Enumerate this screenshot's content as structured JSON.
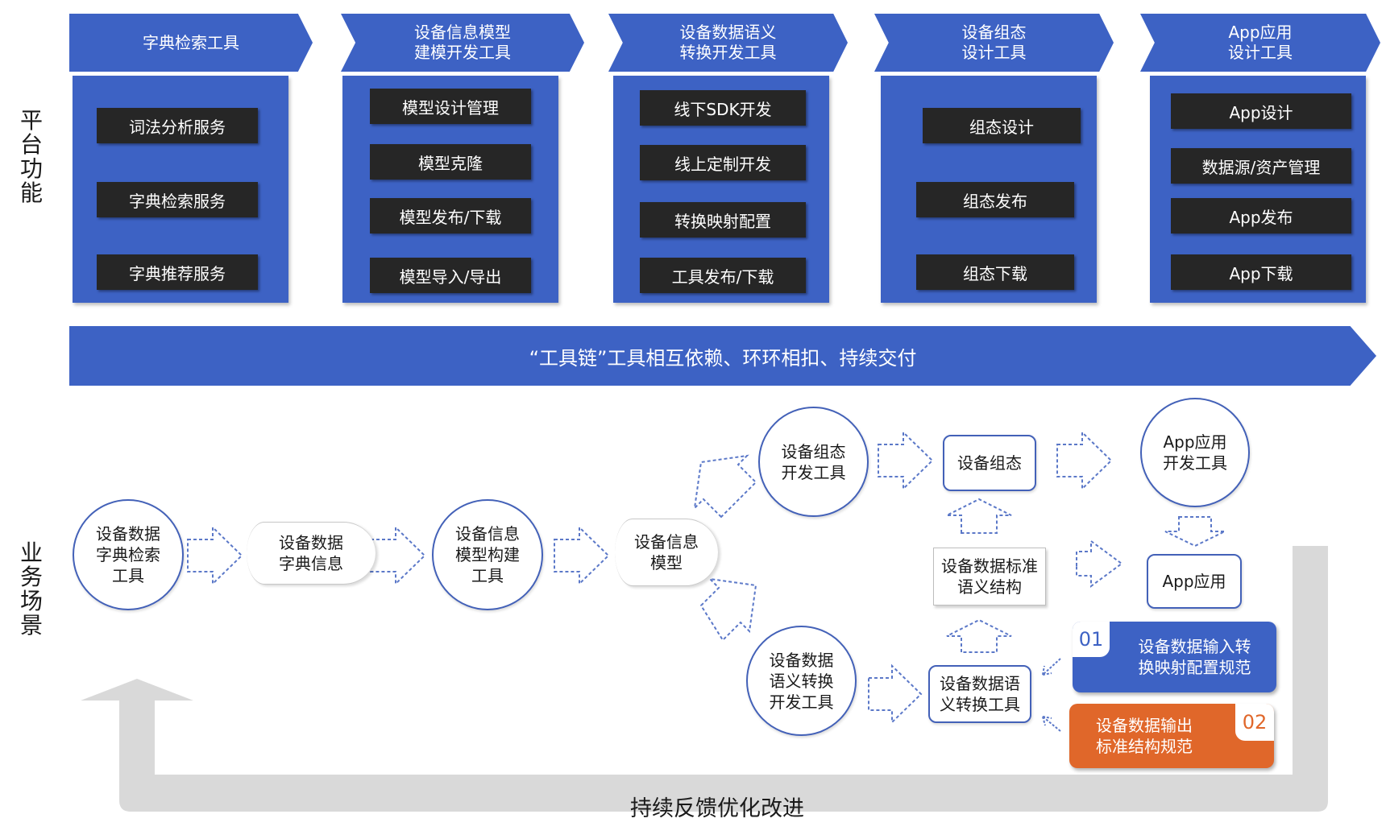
{
  "side_labels": {
    "platform": "平\n台\n功\n能",
    "business": "业\n务\n场\n景"
  },
  "platform": [
    {
      "title": "字典检索工具",
      "items": [
        "词法分析服务",
        "字典检索服务",
        "字典推荐服务"
      ]
    },
    {
      "title": "设备信息模型\n建模开发工具",
      "items": [
        "模型设计管理",
        "模型克隆",
        "模型发布/下载",
        "模型导入/导出"
      ]
    },
    {
      "title": "设备数据语义\n转换开发工具",
      "items": [
        "线下SDK开发",
        "线上定制开发",
        "转换映射配置",
        "工具发布/下载"
      ]
    },
    {
      "title": "设备组态\n设计工具",
      "items": [
        "组态设计",
        "组态发布",
        "组态下载"
      ]
    },
    {
      "title": "App应用\n设计工具",
      "items": [
        "App设计",
        "数据源/资产管理",
        "App发布",
        "App下载"
      ]
    }
  ],
  "banner": "“工具链”工具相互依赖、环环相扣、持续交付",
  "flow": {
    "dict_tool": "设备数据\n字典检索\n工具",
    "dict_info": "设备数据\n字典信息",
    "model_tool": "设备信息\n模型构建\n工具",
    "model": "设备信息\n模型",
    "config_tool": "设备组态\n开发工具",
    "config": "设备组态",
    "app_tool": "App应用\n开发工具",
    "app": "App应用",
    "semantic_struct": "设备数据标准\n语义结构",
    "semantic_dev_tool": "设备数据\n语义转换\n开发工具",
    "semantic_tool": "设备数据语\n义转换工具"
  },
  "specs": [
    {
      "num": "01",
      "text": "设备数据输入转\n换映射配置规范",
      "color": "#3d62c4"
    },
    {
      "num": "02",
      "text": "设备数据输出\n标准结构规范",
      "color": "#e0672a"
    }
  ],
  "feedback": "持续反馈优化改进",
  "colors": {
    "primary": "#3d62c4",
    "dark": "#262626",
    "orange": "#e0672a",
    "loop": "#d9d9d9"
  }
}
